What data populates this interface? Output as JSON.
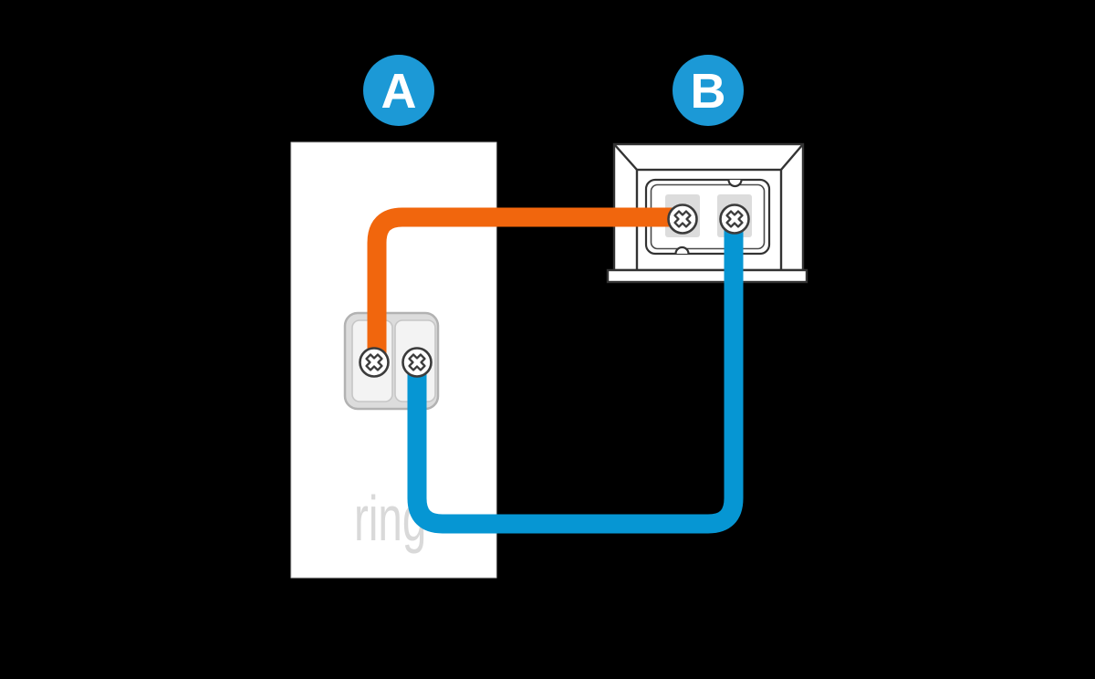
{
  "labels": {
    "badge_a": "A",
    "badge_b": "B",
    "brand_logo": "ring"
  },
  "colors": {
    "background": "#000000",
    "badge_blue": "#1c99d6",
    "badge_text": "#ffffff",
    "wire_orange": "#f1660d",
    "wire_blue": "#0696d3",
    "outline_dark": "#333333",
    "device_white": "#ffffff",
    "plate_gray": "#dcdcdc",
    "panel_light": "#f3f3f3",
    "pad_gray": "#dcdcdc",
    "logo_gray": "#d9d9d9"
  },
  "components": {
    "device_a": {
      "badge": "A",
      "name": "doorbell-backplate",
      "logo": "ring",
      "terminal_count": 2,
      "terminals": [
        "left-screw-terminal",
        "right-screw-terminal"
      ]
    },
    "device_b": {
      "badge": "B",
      "name": "chime-terminal-panel",
      "terminal_count": 2,
      "terminals": [
        "left-screw-terminal",
        "right-screw-terminal"
      ]
    }
  },
  "wires": [
    {
      "color": "orange",
      "hex": "#f1660d",
      "from": "device-b-left-terminal",
      "to": "device-a-left-terminal"
    },
    {
      "color": "blue",
      "hex": "#0696d3",
      "from": "device-b-right-terminal",
      "to": "device-a-right-terminal"
    }
  ]
}
